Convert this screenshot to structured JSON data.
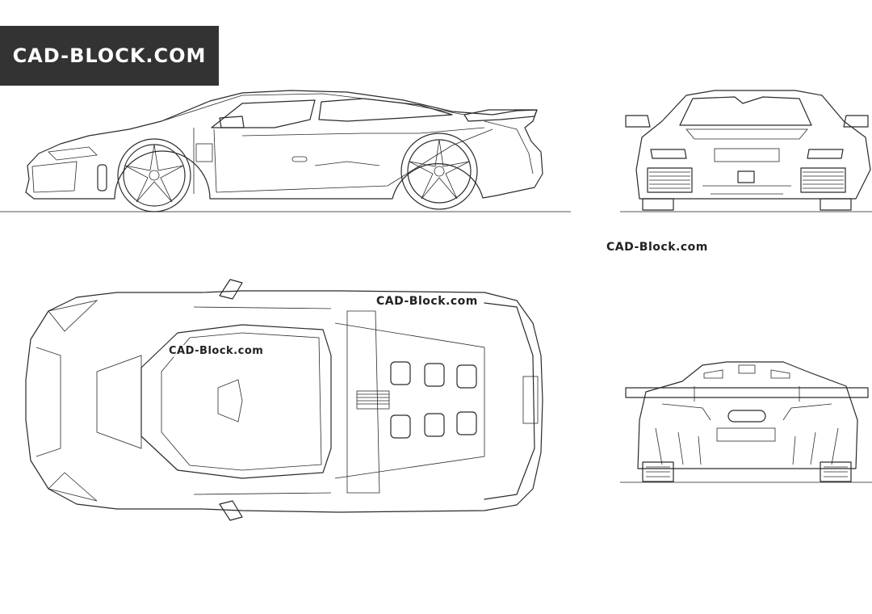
{
  "brand": {
    "label": "CAD-Block.com",
    "bg_color": "#333333",
    "text_color": "#ffffff"
  },
  "watermarks": {
    "right_middle": "CAD-Block.com",
    "top_view_upper": "CAD-Block.com",
    "top_view_inner": "CAD-Block.com"
  },
  "line_color": "#2a2a2a"
}
